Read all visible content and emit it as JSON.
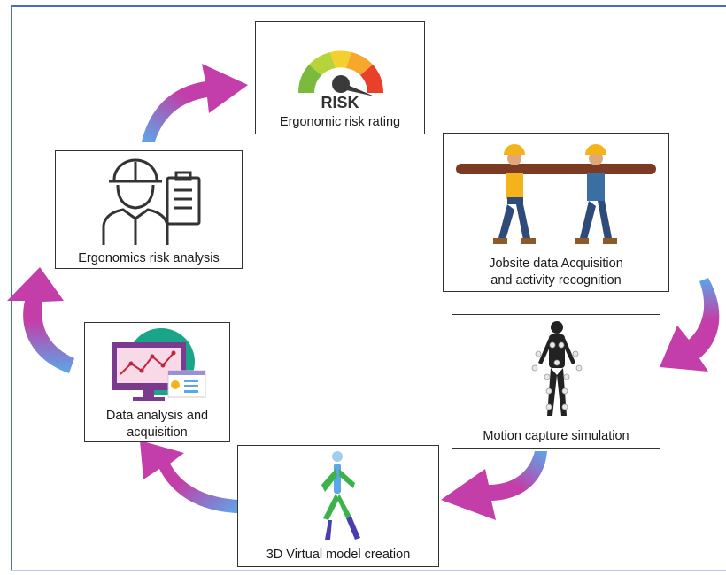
{
  "diagram": {
    "steps": [
      {
        "id": "risk-rating",
        "gauge_label": "RISK",
        "caption": "Ergonomic risk rating",
        "icon": "risk-gauge-icon"
      },
      {
        "id": "jobsite",
        "caption_line1": "Jobsite data Acquisition",
        "caption_line2": "and activity recognition",
        "icon": "workers-carrying-log-icon"
      },
      {
        "id": "motion-capture",
        "caption": "Motion capture simulation",
        "icon": "motion-capture-suit-icon"
      },
      {
        "id": "virtual-model",
        "caption": "3D Virtual model creation",
        "icon": "skeleton-model-icon"
      },
      {
        "id": "data-analysis",
        "caption_line1": "Data analysis and",
        "caption_line2": "acquisition",
        "icon": "monitor-chart-icon"
      },
      {
        "id": "risk-analysis",
        "caption": "Ergonomics risk analysis",
        "icon": "worker-clipboard-icon"
      }
    ],
    "colors": {
      "arrow_start": "#c33ea8",
      "arrow_end": "#5aa8e8",
      "frame": "#4a6fc0",
      "box_border": "#333333"
    }
  }
}
